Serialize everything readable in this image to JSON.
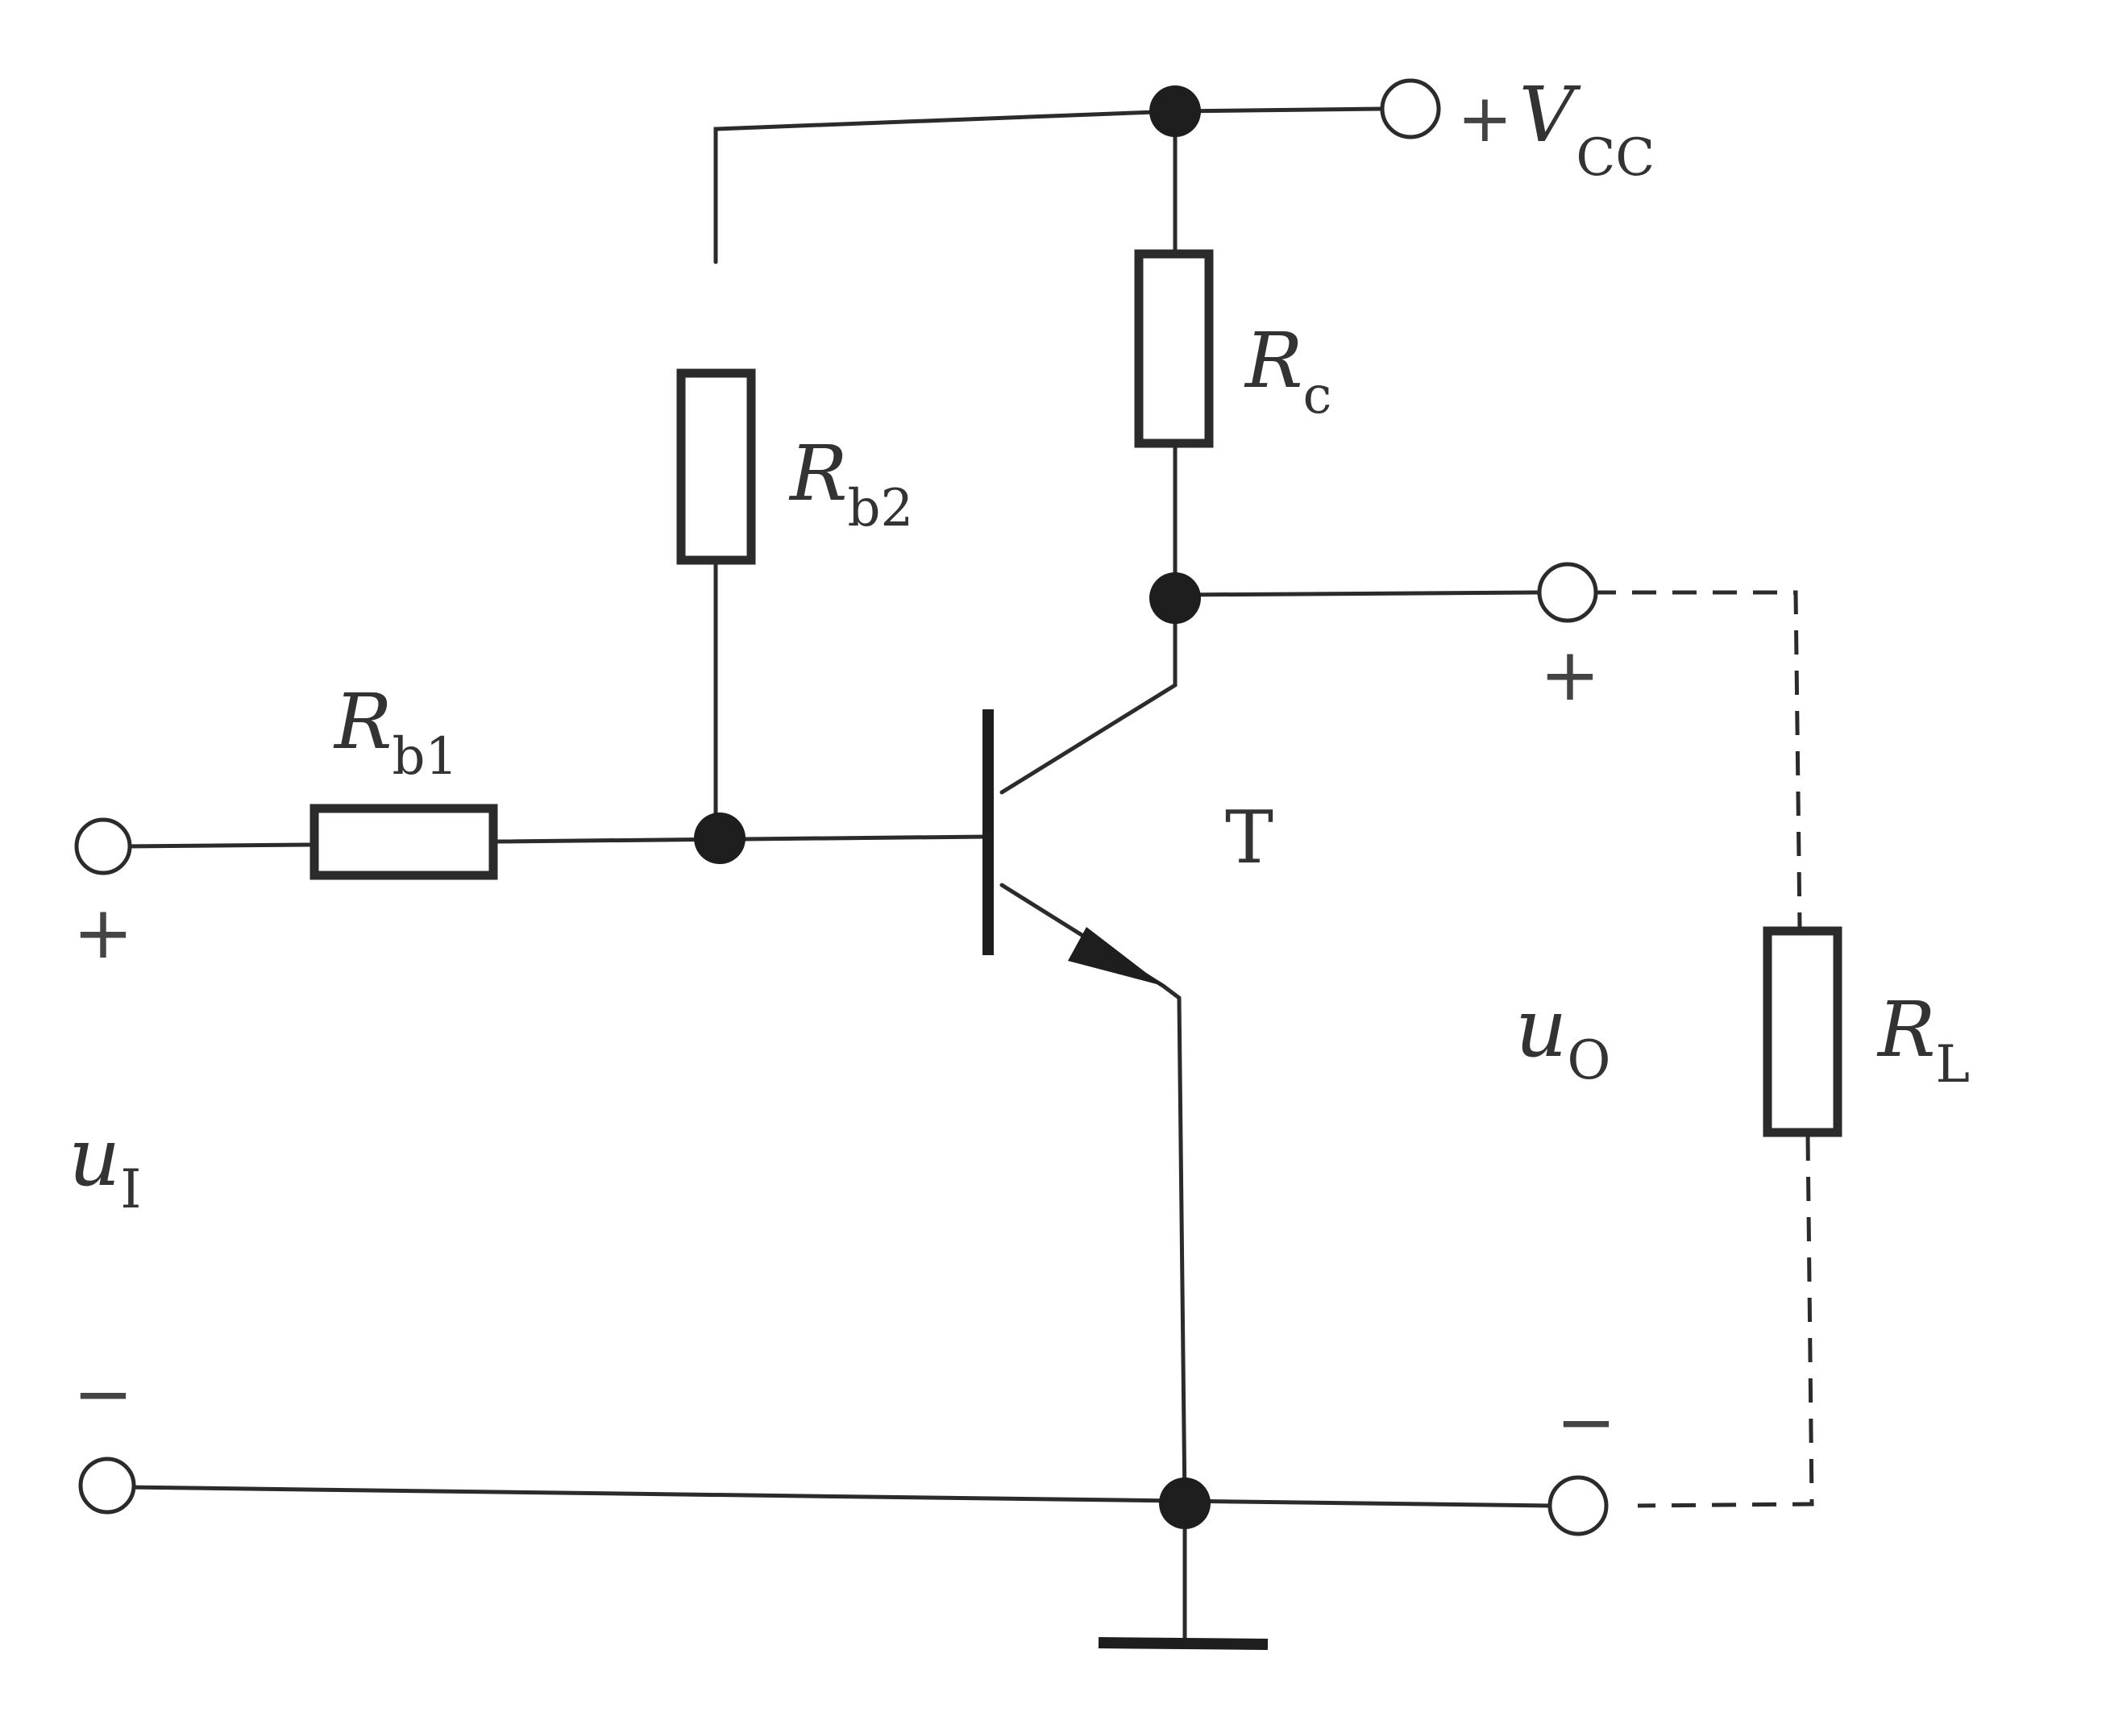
{
  "labels": {
    "vcc_prefix": "+",
    "vcc_main": "V",
    "vcc_sub": "CC",
    "rc_main": "R",
    "rc_sub": "c",
    "rb2_main": "R",
    "rb2_sub": "b2",
    "rb1_main": "R",
    "rb1_sub": "b1",
    "rl_main": "R",
    "rl_sub": "L",
    "transistor": "T",
    "uo_main": "u",
    "uo_sub": "O",
    "ui_main": "u",
    "ui_sub": "I",
    "plus": "+",
    "minus": "−"
  }
}
